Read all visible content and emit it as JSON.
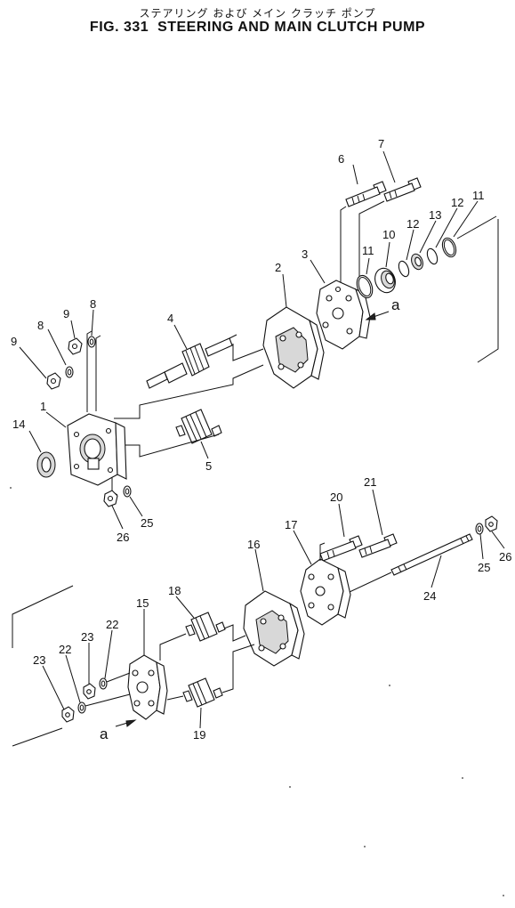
{
  "figure": {
    "title_jp": "ステアリング および メイン クラッチ ポンプ",
    "title_en": "FIG. 331  STEERING AND MAIN CLUTCH PUMP"
  },
  "view_marker": "a",
  "callouts": {
    "c1": "1",
    "c2": "2",
    "c3": "3",
    "c4": "4",
    "c5": "5",
    "c6": "6",
    "c7": "7",
    "c8a": "8",
    "c8b": "8",
    "c9a": "9",
    "c9b": "9",
    "c10": "10",
    "c11a": "11",
    "c11b": "11",
    "c12a": "12",
    "c12b": "12",
    "c13": "13",
    "c14": "14",
    "c15": "15",
    "c16": "16",
    "c17": "17",
    "c18": "18",
    "c19": "19",
    "c20": "20",
    "c21": "21",
    "c22a": "22",
    "c22b": "22",
    "c23a": "23",
    "c23b": "23",
    "c24": "24",
    "c25a": "25",
    "c25b": "25",
    "c26a": "26",
    "c26b": "26"
  }
}
